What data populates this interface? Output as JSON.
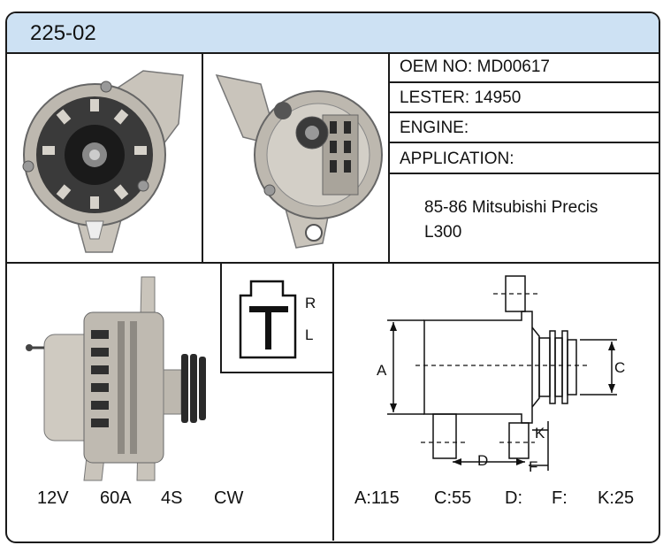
{
  "header": {
    "part_number": "225-02"
  },
  "specs": {
    "oem": "OEM NO: MD00617",
    "lester": "LESTER: 14950",
    "engine": "ENGINE:",
    "application_label": "APPLICATION:",
    "application_line1": "85-86 Mitsubishi Precis",
    "application_line2": "L300"
  },
  "plug": {
    "terminal_r": "R",
    "terminal_l": "L"
  },
  "ratings": {
    "voltage": "12V",
    "amperage": "60A",
    "groove": "4S",
    "rotation": "CW"
  },
  "dimensions": {
    "label_a": "A",
    "label_c": "C",
    "label_d": "D",
    "label_f": "F",
    "label_k": "K",
    "value_a": "A:115",
    "value_c": "C:55",
    "value_d": "D:",
    "value_f": "F:",
    "value_k": "K:25"
  },
  "colors": {
    "header_bg": "#cde1f3",
    "border": "#1a1a1a"
  }
}
